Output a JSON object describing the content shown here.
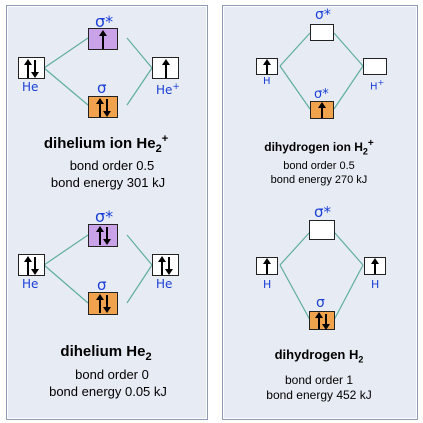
{
  "colors": {
    "link_line": "#5fae9f",
    "sigma_star_fill": "#c9a2e8",
    "sigma_fill": "#f0a24d",
    "label_blue": "#1a3fd6",
    "panel_bg": "#e7ebf3"
  },
  "panels": {
    "he2plus": {
      "sigma_star": "σ*",
      "sigma": "σ",
      "left_atom": "He",
      "right_atom": "He",
      "right_charge": "+",
      "title_main": "dihelium ion He",
      "title_sub": "2",
      "title_sup": "+",
      "bond_order": "bond order 0.5",
      "bond_energy": "bond energy 301 kJ"
    },
    "he2": {
      "sigma_star": "σ*",
      "sigma": "σ",
      "left_atom": "He",
      "right_atom": "He",
      "title_main": "dihelium He",
      "title_sub": "2",
      "bond_order": "bond order 0",
      "bond_energy": "bond energy 0.05 kJ"
    },
    "h2plus": {
      "sigma_star": "σ*",
      "sigma": "σ",
      "left_atom": "H",
      "right_atom": "H",
      "right_charge": "+",
      "title_main": "dihydrogen ion  H",
      "title_sub": "2",
      "title_sup": "+",
      "bond_order": "bond order 0.5",
      "bond_energy": "bond energy 270 kJ"
    },
    "h2": {
      "sigma_star": "σ*",
      "sigma": "σ",
      "left_atom": "H",
      "right_atom": "H",
      "title_main": "dihydrogen H",
      "title_sub": "2",
      "bond_order": "bond order 1",
      "bond_energy": "bond energy 452 kJ"
    }
  }
}
